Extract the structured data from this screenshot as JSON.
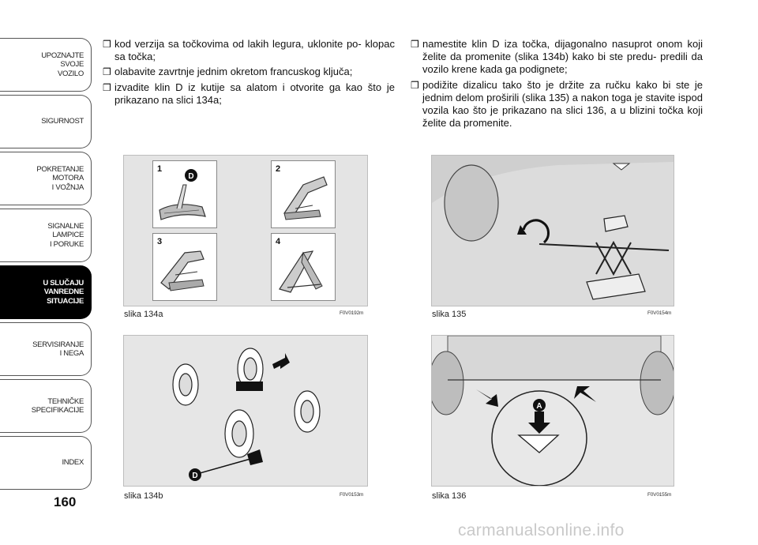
{
  "sidebar": {
    "tabs": [
      {
        "label": "UPOZNAJTE\nSVOJE\nVOZILO"
      },
      {
        "label": "SIGURNOST"
      },
      {
        "label": "POKRETANJE\nMOTORA\nI VOŽNJA"
      },
      {
        "label": "SIGNALNE\nLAMPICE\nI PORUKE"
      },
      {
        "label": "U SLUČAJU\nVANREDNE\nSITUACIJE"
      },
      {
        "label": "SERVISIRANJE\nI NEGA"
      },
      {
        "label": "TEHNIČKE\nSPECIFIKACIJE"
      },
      {
        "label": "INDEX"
      }
    ],
    "active_tab": "U SLUČAJU VANREDNE SITUACIJE"
  },
  "page_number": "160",
  "bullet_glyph": "❒",
  "left_column": [
    "kod verzija sa točkovima od lakih legura, uklonite po- klopac sa točka;",
    "olabavite zavrtnje jednim okretom francuskog ključa;",
    "izvadite klin D iz kutije sa alatom i otvorite ga kao što je prikazano na slici 134a;"
  ],
  "right_column": [
    "namestite klin D iza točka, dijagonalno nasuprot onom koji želite da promenite (slika 134b) kako bi ste predu- predili da vozilo krene kada ga podignete;",
    "podižite dizalicu tako što je držite za ručku kako bi ste je jednim delom proširili (slika 135) a nakon toga je stavite ispod vozila kao što je prikazano na slici 136, a u blizini točka koji želite da promenite."
  ],
  "figures": {
    "f134a": {
      "caption": "slika 134a",
      "code": "F0V0192m",
      "steps": [
        "1",
        "2",
        "3",
        "4"
      ],
      "marker": "D"
    },
    "f134b": {
      "caption": "slika 134b",
      "code": "F0V0153m",
      "marker": "D"
    },
    "f135": {
      "caption": "slika 135",
      "code": "F0V0154m"
    },
    "f136": {
      "caption": "slika 136",
      "code": "F0V0155m",
      "marker": "A"
    }
  },
  "footer": "carmanualsonline.info"
}
